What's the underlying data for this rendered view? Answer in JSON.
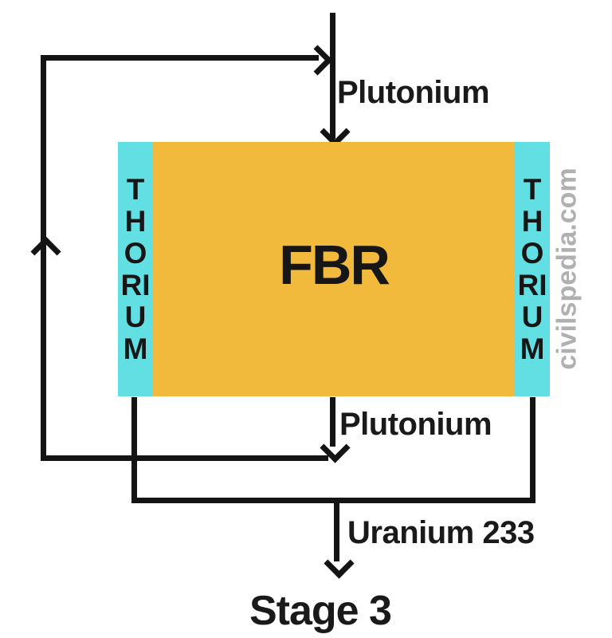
{
  "labels": {
    "plutonium_input": "Plutonium",
    "plutonium_output": "Plutonium",
    "uranium_output": "Uranium 233",
    "stage": "Stage 3"
  },
  "box": {
    "core_label": "FBR",
    "left_blanket_label": "THORIUM",
    "right_blanket_label": "THORIUM"
  },
  "watermark": "civilspedia.com",
  "colors": {
    "core_orange": "#F1BA3D",
    "blanket_cyan": "#62DFE2",
    "line_black": "#141414",
    "text_black": "#1A1A1A",
    "watermark_gray": "#B0B0B0",
    "background": "#FFFFFF"
  }
}
